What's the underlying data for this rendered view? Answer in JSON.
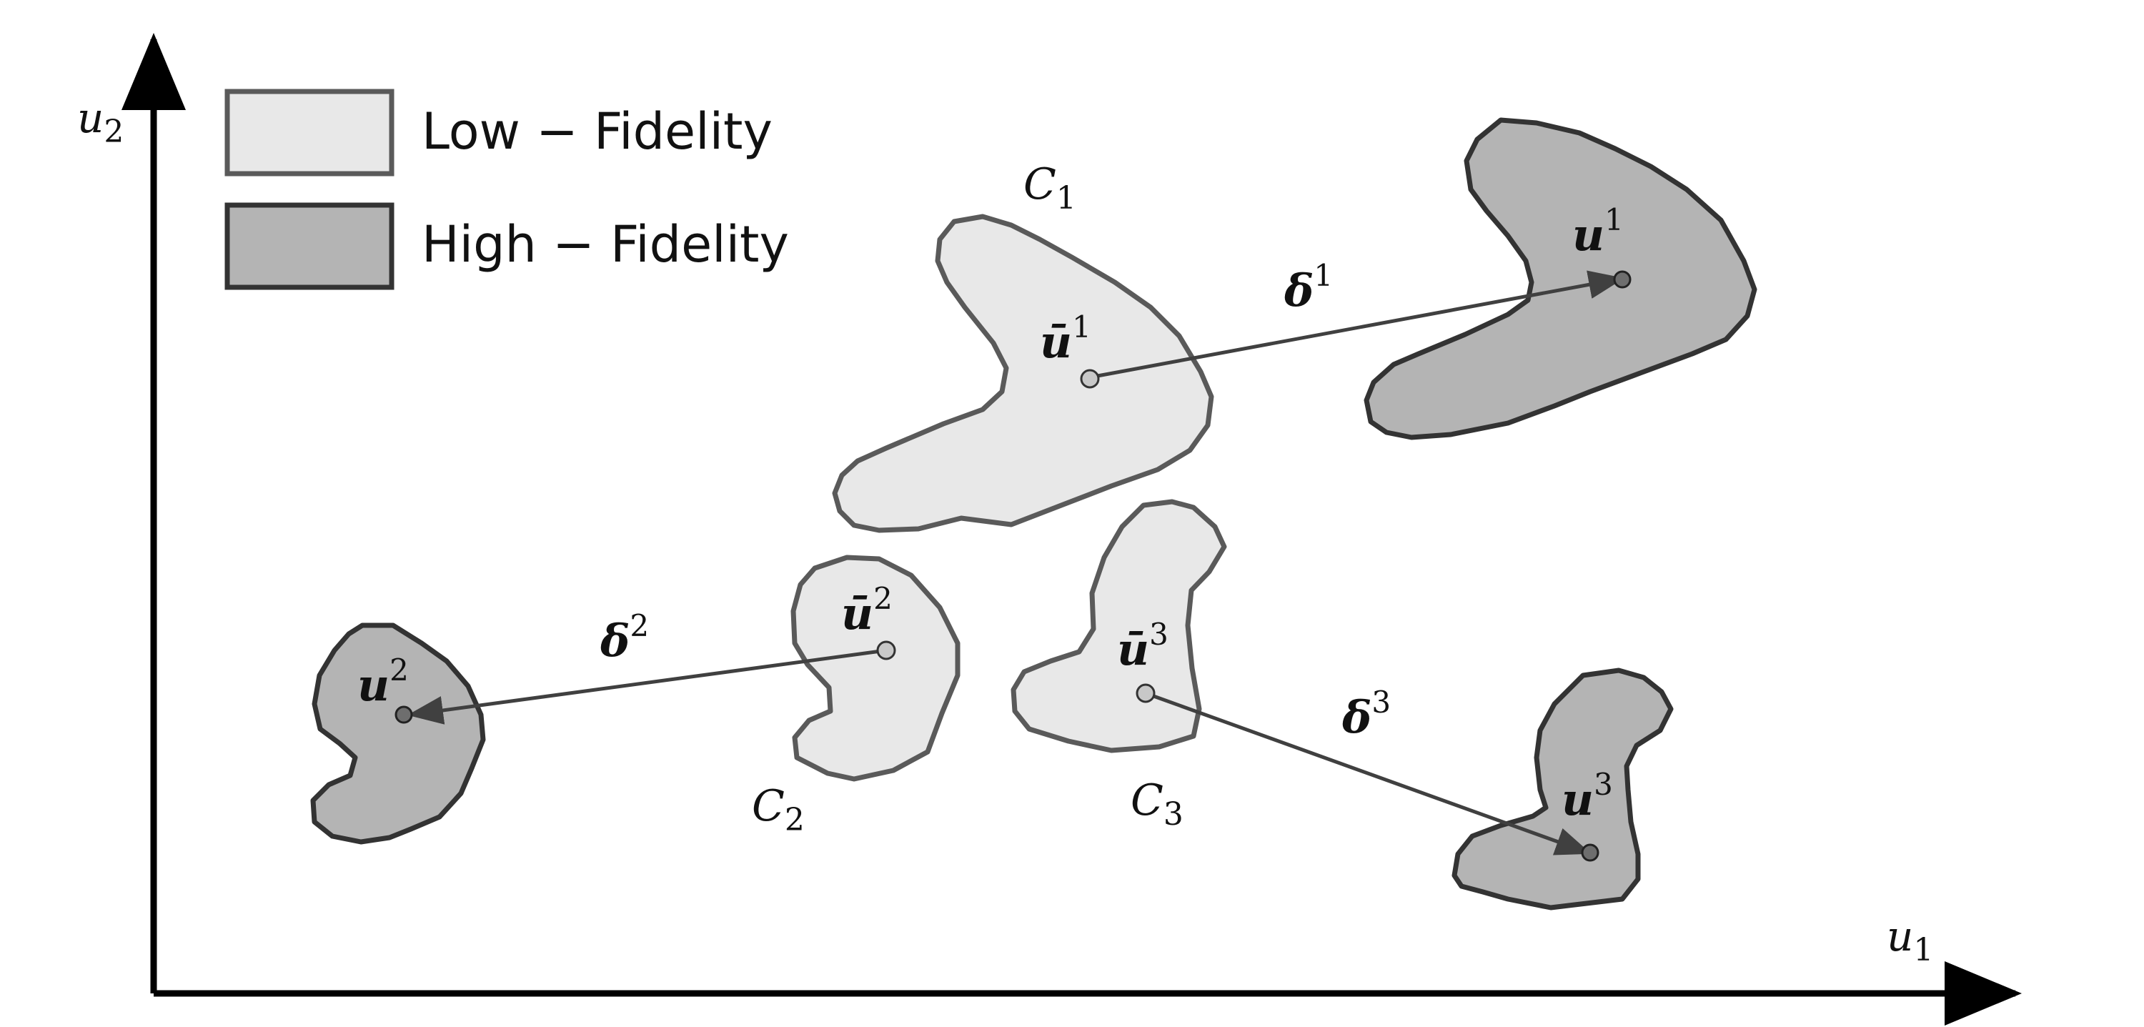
{
  "axes": {
    "x_label": "u",
    "x_sub": "1",
    "y_label": "u",
    "y_sub": "2"
  },
  "legend": {
    "low": {
      "label": "Low − Fidelity",
      "fill": "#e8e8e8",
      "stroke": "#5a5a5a"
    },
    "high": {
      "label": "High − Fidelity",
      "fill": "#b4b4b4",
      "stroke": "#333333"
    }
  },
  "clusters": [
    {
      "name": "C",
      "index": "1",
      "low_point": "ū",
      "high_point": "u",
      "shift": "δ",
      "sup": "1"
    },
    {
      "name": "C",
      "index": "2",
      "low_point": "ū",
      "high_point": "u",
      "shift": "δ",
      "sup": "2"
    },
    {
      "name": "C",
      "index": "3",
      "low_point": "ū",
      "high_point": "u",
      "shift": "δ",
      "sup": "3"
    }
  ],
  "colors": {
    "axis": "#000000",
    "arrow": "#404040",
    "low_point": "#c8c8c8",
    "high_point": "#6e6e6e"
  }
}
